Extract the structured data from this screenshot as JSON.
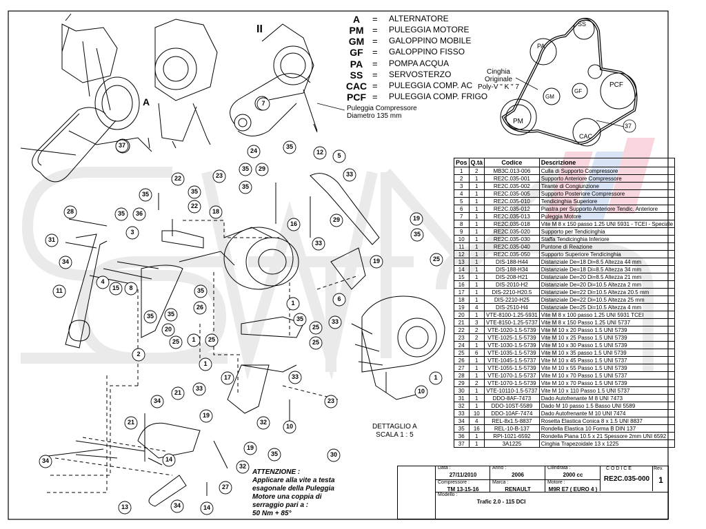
{
  "legend": [
    {
      "abbr": "A",
      "desc": "ALTERNATORE"
    },
    {
      "abbr": "PM",
      "desc": "PULEGGIA MOTORE"
    },
    {
      "abbr": "GM",
      "desc": "GALOPPINO MOBILE"
    },
    {
      "abbr": "GF",
      "desc": "GALOPPINO FISSO"
    },
    {
      "abbr": "PA",
      "desc": "POMPA ACQUA"
    },
    {
      "abbr": "SS",
      "desc": "SERVOSTERZO"
    },
    {
      "abbr": "CAC",
      "desc": "PULEGGIA COMP. AC"
    },
    {
      "abbr": "PCF",
      "desc": "PULEGGIA COMP. FRIGO"
    }
  ],
  "legend_eq": "=",
  "belt_diagram": {
    "title_line1": "Cinghia Originale",
    "title_line2": "Poly-V \" K \" 7",
    "pulleys": [
      "SS",
      "PA",
      "GM",
      "GF",
      "PCF",
      "PM",
      "CAC"
    ],
    "callout": "37"
  },
  "view_labels": {
    "a": "A",
    "b": "II"
  },
  "compressor_note": {
    "line1": "Puleggia Compressore",
    "line2": "Diametro 135 mm"
  },
  "detail_label": {
    "line1": "DETTAGLIO A",
    "line2": "SCALA 1 : 5"
  },
  "attention": {
    "title": "ATTENZIONE :",
    "lines": [
      "Applicare alla vite a testa",
      "esagonale della Puleggia",
      "Motore una coppia di",
      "serraggio pari a :",
      "50 Nm + 85°"
    ]
  },
  "table_headers": {
    "pos": "Pos",
    "qty": "Q.tà",
    "code": "Codice",
    "desc": "Descrizione"
  },
  "parts": [
    {
      "pos": "1",
      "qty": "2",
      "code": "MB3C.013-006",
      "desc": "Culla di Supporto Compressore"
    },
    {
      "pos": "2",
      "qty": "1",
      "code": "RE2C.035-001",
      "desc": "Supporto Anteriore Compressore"
    },
    {
      "pos": "3",
      "qty": "1",
      "code": "RE2C.035-002",
      "desc": "Tirante di Congiunzione"
    },
    {
      "pos": "4",
      "qty": "1",
      "code": "RE2C.035-005",
      "desc": "Supporto Posteriore Compressore"
    },
    {
      "pos": "5",
      "qty": "1",
      "code": "RE2C.035-010",
      "desc": "Tendicinghia Superiore"
    },
    {
      "pos": "6",
      "qty": "1",
      "code": "RE2C.035-012",
      "desc": "Piastra per Supporto Anteriore Tendic. Anteriore"
    },
    {
      "pos": "7",
      "qty": "1",
      "code": "RE2C.035-013",
      "desc": "Puleggia Motore"
    },
    {
      "pos": "8",
      "qty": "1",
      "code": "RE2C.035-018",
      "desc": "Vite M 8 x 150 passo 1.25 UNI 5931 - TCEI - Speciale"
    },
    {
      "pos": "9",
      "qty": "1",
      "code": "RE2C.035-020",
      "desc": "Supporto per Tendicinghia"
    },
    {
      "pos": "10",
      "qty": "1",
      "code": "RE2C.035-030",
      "desc": "Staffa Tendicinghia Inferiore"
    },
    {
      "pos": "11",
      "qty": "1",
      "code": "RE2C.035-040",
      "desc": "Puntone di Reazione"
    },
    {
      "pos": "12",
      "qty": "1",
      "code": "RE2C.035-050",
      "desc": "Supporto Superiore Tendicinghia"
    },
    {
      "pos": "13",
      "qty": "1",
      "code": "DIS-188-H44",
      "desc": "Distanziale De=18 Di=8.5 Altezza 44 mm"
    },
    {
      "pos": "14",
      "qty": "1",
      "code": "DIS-188-H34",
      "desc": "Distanziale De=18 Di=8.5 Altezza 34 mm"
    },
    {
      "pos": "15",
      "qty": "1",
      "code": "DIS-208-H21",
      "desc": "Distanziale De=20 Di=8.5 Altezza 21 mm"
    },
    {
      "pos": "16",
      "qty": "1",
      "code": "DIS-2010-H2",
      "desc": "Distanziale De=20 Di=10.5 Altezza 2 mm"
    },
    {
      "pos": "17",
      "qty": "1",
      "code": "DIS-2210-H20.5",
      "desc": "Distanziale De=22 Di=10.5 Altezza 20.5 mm"
    },
    {
      "pos": "18",
      "qty": "1",
      "code": "DIS-2210-H25",
      "desc": "Distanziale De=22 Di=10.5 Altezza 25 mm"
    },
    {
      "pos": "19",
      "qty": "4",
      "code": "DIS-2510-H4",
      "desc": "Distanziale De=25 Di=10.5 Altezza 4 mm"
    },
    {
      "pos": "20",
      "qty": "1",
      "code": "VTE-8100-1.25-5931",
      "desc": "Vite M 8 x 100 passo 1.25 UNI 5931 TCEI"
    },
    {
      "pos": "21",
      "qty": "3",
      "code": "VTE-8150-1.25-5737",
      "desc": "Vite M 8 x 150 Passo 1.25 UNI 5737"
    },
    {
      "pos": "22",
      "qty": "2",
      "code": "VTE-1020-1.5-5739",
      "desc": "Vite M 10 x 20 Passo 1.5 UNI 5739"
    },
    {
      "pos": "23",
      "qty": "2",
      "code": "VTE-1025-1.5-5739",
      "desc": "Vite M 10 x 25 Passo 1.5 UNI 5739"
    },
    {
      "pos": "24",
      "qty": "1",
      "code": "VTE-1030-1.5-5739",
      "desc": "Vite M 10 x 30 Passo 1.5 UNI 5739"
    },
    {
      "pos": "25",
      "qty": "6",
      "code": "VTE-1035-1.5-5739",
      "desc": "Vite M 10 x 35 passo 1.5 UNI 5739"
    },
    {
      "pos": "26",
      "qty": "1",
      "code": "VTE-1045-1.5-5737",
      "desc": "Vite M 10 x 45 Passo 1.5 UNI 5737"
    },
    {
      "pos": "27",
      "qty": "1",
      "code": "VTE-1055-1.5-5739",
      "desc": "Vite M 10 x 55 Passo 1.5 UNI 5739"
    },
    {
      "pos": "28",
      "qty": "1",
      "code": "VTE-1070-1.5-5737",
      "desc": "Vite M 10 x 70 Passo 1.5 UNI 5737"
    },
    {
      "pos": "29",
      "qty": "2",
      "code": "VTE-1070-1.5-5739",
      "desc": "Vite M 10 x 70 Passo 1.5 UNI 5739"
    },
    {
      "pos": "30",
      "qty": "1",
      "code": "VTE-10110-1.5-5737",
      "desc": "Vite M 10 x 110 Passo 1.5 UNI 5737"
    },
    {
      "pos": "31",
      "qty": "1",
      "code": "DDO-8AF-7473",
      "desc": "Dado Autofrenante M 8 UNI 7473"
    },
    {
      "pos": "32",
      "qty": "1",
      "code": "DDO-10ST-5589",
      "desc": "Dado M 10 passo 1.5 Basso UNI 5589"
    },
    {
      "pos": "33",
      "qty": "10",
      "code": "DDO-10AF-7474",
      "desc": "Dado Autofrenante M 10 UNI 7474"
    },
    {
      "pos": "34",
      "qty": "4",
      "code": "REL-8x1.5-8837",
      "desc": "Rosetta Elastica Conica 8 x 1.5 UNI 8837"
    },
    {
      "pos": "35",
      "qty": "16",
      "code": "REL-10-B-137",
      "desc": "Rondella Elastica 10 Forma B DIN 137"
    },
    {
      "pos": "36",
      "qty": "1",
      "code": "RPI-1021-6592",
      "desc": "Rondella Piana 10.5 x 21 Spessore 2mm UNI 6592"
    },
    {
      "pos": "37",
      "qty": "1",
      "code": "3A1225",
      "desc": "Cinghia Trapezoidale 13 x 1225"
    }
  ],
  "title_block": {
    "data_label": "Data :",
    "data": "27/11/2010",
    "anno_label": "Anno :",
    "anno": "2006",
    "cilindrata_label": "Cilindrata :",
    "cilindrata": "2000 cc",
    "codice_label": "C O D I C E",
    "codice": "RE2C.035-000",
    "rev_label": "Rev.",
    "rev": "1",
    "compressore_label": "Compressore :",
    "compressore": "TM 13-15-16",
    "marca_label": "Marca :",
    "marca": "RENAULT",
    "motore_label": "Motore :",
    "motore": "M9R E7 ( EURO 4 )",
    "modello_label": "Modello :",
    "modello": "Trafic 2.0 - 115 DCI"
  },
  "colors": {
    "line": "#000000",
    "watermark": "#d9d9d9",
    "accent_red": "#f5c6cf",
    "accent_blue": "#c8d8f2"
  }
}
